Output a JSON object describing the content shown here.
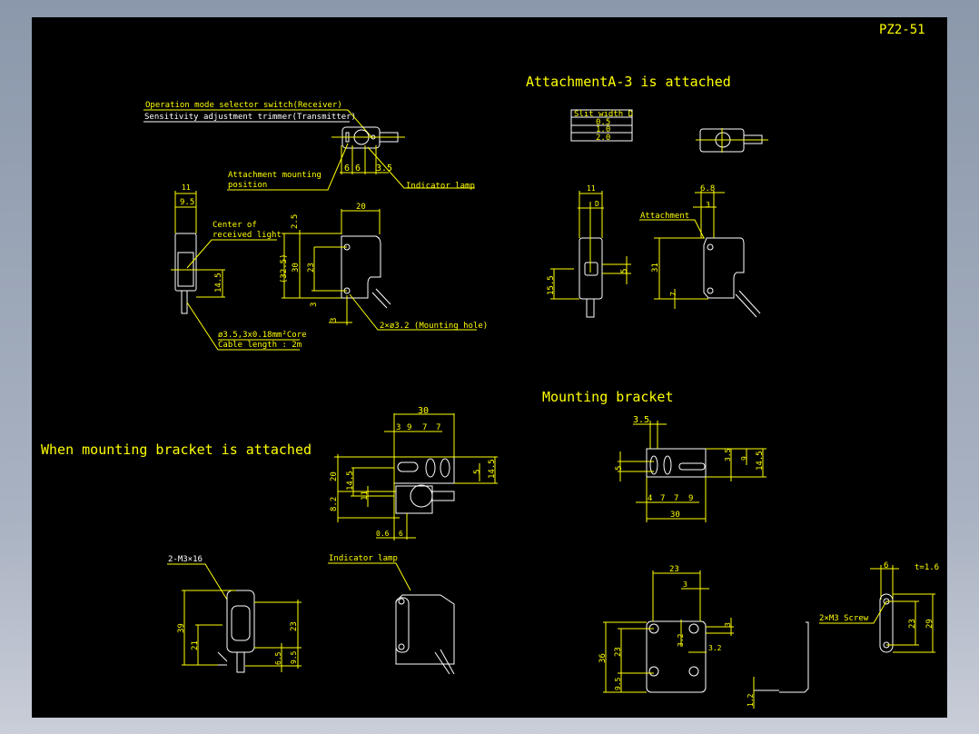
{
  "title": "PZ2-51",
  "headings": {
    "attachment": "AttachmentA-3 is attached",
    "bracket_attached": "When mounting bracket is attached",
    "mounting_bracket": "Mounting bracket"
  },
  "view1": {
    "labels": {
      "selector": "Operation mode selector switch(Receiver)",
      "trimmer": "Sensitivity adjustment trimmer(Transmitter)",
      "attach_pos_1": "Attachment mounting",
      "attach_pos_2": "position",
      "indicator": "Indicator lamp",
      "center_1": "Center of",
      "center_2": "received light",
      "cable_1": "ø3.5,3x0.18mm²Core",
      "cable_2": "Cable length : 2m",
      "hole": "2×ø3.2 (Mounting hole)"
    },
    "dims": [
      "11",
      "9.5",
      "14.5",
      "20",
      "2.5",
      "(32.5)",
      "30",
      "23",
      "3",
      "3",
      "6",
      "6",
      "3.5"
    ]
  },
  "slit_table": {
    "header": "Slit width D",
    "rows": [
      "0.5",
      "1.0",
      "2.0"
    ]
  },
  "view2": {
    "attachment_label": "Attachment",
    "dims": [
      "11",
      "D",
      "15.5",
      "5",
      "6.8",
      "3",
      "31",
      "7"
    ]
  },
  "view3": {
    "dims": [
      "30",
      "3",
      "9",
      "7",
      "7",
      "20",
      "14.5",
      "8.2",
      "11",
      "5",
      "14.5",
      "0.6",
      "6"
    ]
  },
  "view4": {
    "dims": [
      "3.5",
      "5",
      "3.5",
      "9",
      "14.5",
      "4",
      "7",
      "7",
      "9",
      "30"
    ]
  },
  "view5": {
    "screw_label": "2-M3×16",
    "indicator_label": "Indicator lamp",
    "dims": [
      "39",
      "21",
      "23",
      "6.5",
      "9.5"
    ]
  },
  "view6": {
    "screw_label": "2×M3 Screw",
    "thickness": "t=1.6",
    "dims": [
      "23",
      "3",
      "3",
      "3.2",
      "3.2",
      "36",
      "23",
      "9.5",
      "1.2",
      "6",
      "23",
      "29"
    ]
  },
  "colors": {
    "drawing_bg": "#000000",
    "dimension": "#ffff00",
    "outline": "#ffffff",
    "frame": "#8b98ab"
  }
}
